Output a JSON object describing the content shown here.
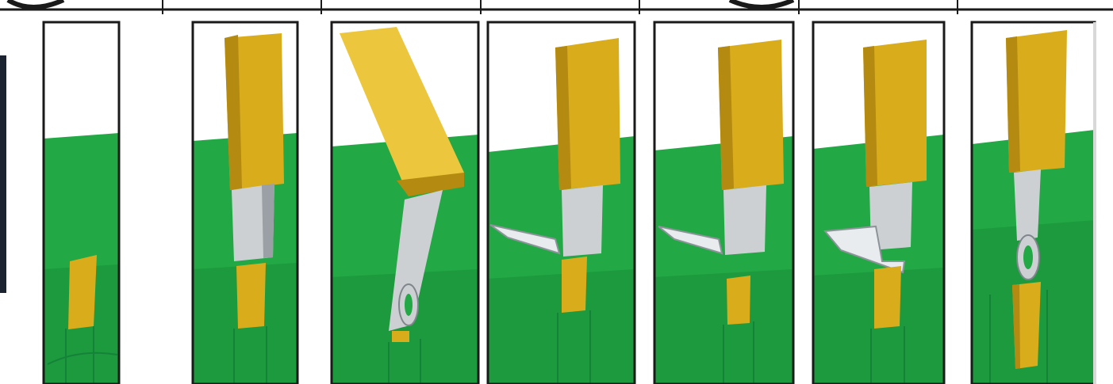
{
  "colors": {
    "green": "#22a844",
    "green_dark": "#15823a",
    "green_lower": "#1c9a3d",
    "gold": "#d9ac1c",
    "gold_dark": "#b48a10",
    "gold_light": "#ecc73d",
    "steel": "#cdd0d3",
    "steel_dark": "#9aa0a5",
    "frame": "#1a1a1a",
    "background": "#ffffff"
  },
  "panels": [
    {
      "id": "p1",
      "stage": "insert-only"
    },
    {
      "id": "p2",
      "stage": "blade-down"
    },
    {
      "id": "p3",
      "stage": "blade-tilted-with-part"
    },
    {
      "id": "p4",
      "stage": "strip-bent-left"
    },
    {
      "id": "p5",
      "stage": "strip-bent-left-repeat"
    },
    {
      "id": "p6",
      "stage": "strip-folded"
    },
    {
      "id": "p7",
      "stage": "part-pushed-down"
    }
  ]
}
